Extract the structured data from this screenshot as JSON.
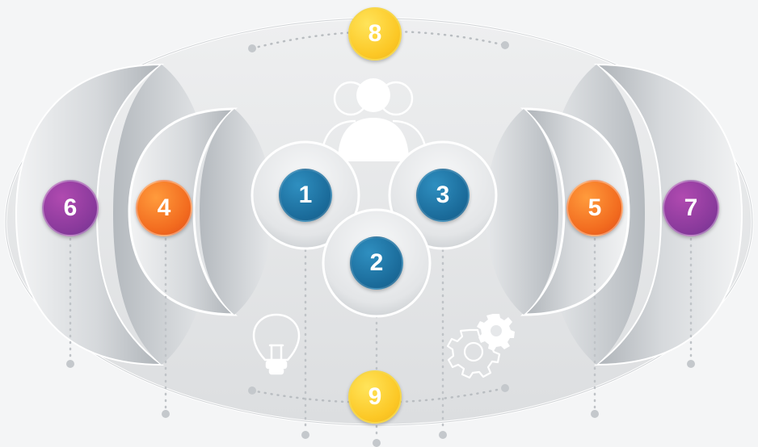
{
  "badges": {
    "n1": "1",
    "n2": "2",
    "n3": "3",
    "n4": "4",
    "n5": "5",
    "n6": "6",
    "n7": "7",
    "n8": "8",
    "n9": "9"
  },
  "icons": {
    "center": "people-group-icon",
    "left": "lightbulb-icon",
    "right": "gears-icon"
  },
  "colors": {
    "blue": "#1f7aa8",
    "orange": "#f26b1f",
    "purple": "#8a3a9c",
    "yellow": "#fcc826",
    "surface": "#e4e6e8"
  }
}
